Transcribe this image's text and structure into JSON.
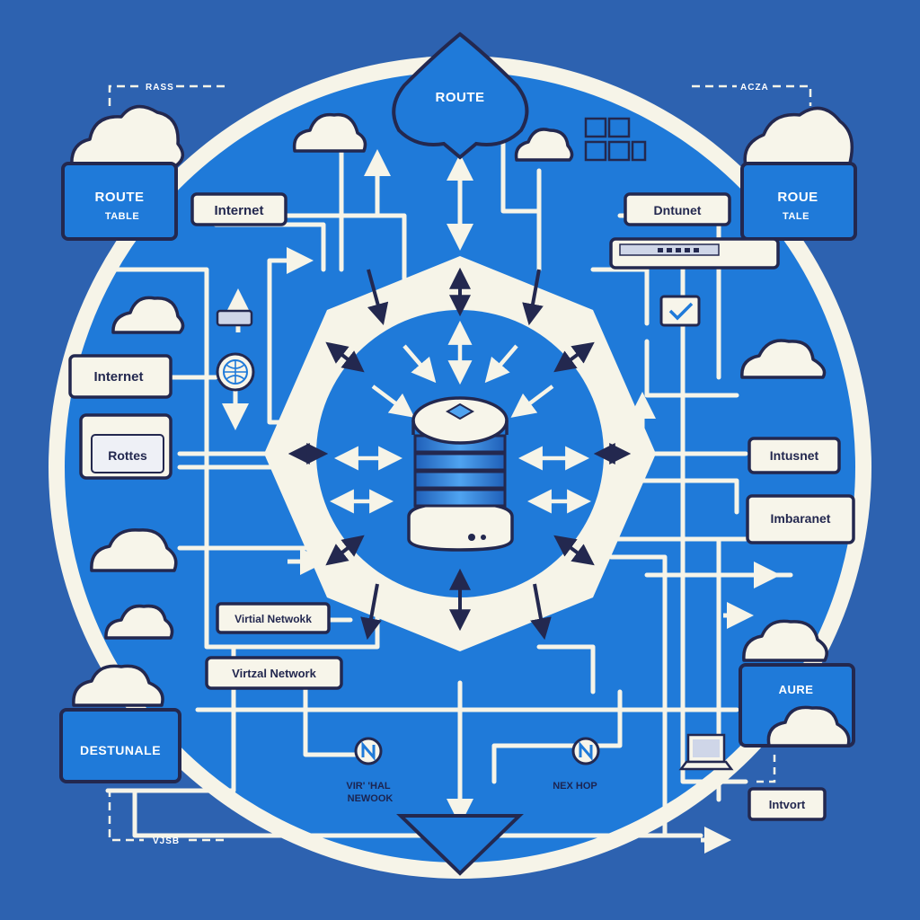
{
  "colors": {
    "background": "#2d62b0",
    "disc": "#1f7ad9",
    "ring": "#f6f4e8",
    "outline": "#23284f",
    "card": "#1f7ad9",
    "paper": "#f7f5ea"
  },
  "diagram": {
    "top_node": "ROUTE",
    "corner_labels": {
      "top_left": "RASS",
      "top_right": "ACZA",
      "bottom_left": "VJSB"
    },
    "route_table_left": {
      "line1": "ROUTE",
      "line2": "TABLE"
    },
    "route_table_right": {
      "line1": "ROUE",
      "line2": "TALE"
    },
    "destination_card": "DESTUNALE",
    "azure_card": "AURE",
    "pills": {
      "internet_top": "Internet",
      "dntunet": "Dntunet",
      "internet_left": "Internet",
      "routes": "Rottes",
      "intusnet": "Intusnet",
      "imbaranet": "Imbaranet",
      "virtual_network_upper": "Virtial Netwokk",
      "virtual_network_lower": "Virtzal Network",
      "intvort": "Intvort"
    },
    "hop_labels": {
      "virtual_line1": "VIR' 'HAL",
      "virtual_line2": "NEWOOK",
      "next_hop": "NEX HOP"
    },
    "icons": [
      "database-server-icon",
      "router-icon",
      "globe-icon",
      "checkmark-icon",
      "laptop-icon",
      "cloud-icon",
      "grid-tiles-icon",
      "navigation-icon",
      "arrow-icon"
    ]
  }
}
